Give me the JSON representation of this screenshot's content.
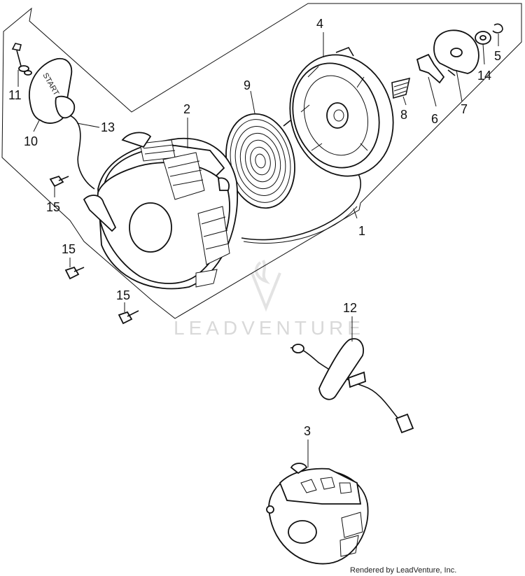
{
  "diagram": {
    "callouts": [
      {
        "id": "c1",
        "text": "1"
      },
      {
        "id": "c2",
        "text": "2"
      },
      {
        "id": "c3",
        "text": "3"
      },
      {
        "id": "c4",
        "text": "4"
      },
      {
        "id": "c5",
        "text": "5"
      },
      {
        "id": "c6",
        "text": "6"
      },
      {
        "id": "c7",
        "text": "7"
      },
      {
        "id": "c8",
        "text": "8"
      },
      {
        "id": "c9",
        "text": "9"
      },
      {
        "id": "c10",
        "text": "10"
      },
      {
        "id": "c11",
        "text": "11"
      },
      {
        "id": "c12",
        "text": "12"
      },
      {
        "id": "c13",
        "text": "13"
      },
      {
        "id": "c14",
        "text": "14"
      },
      {
        "id": "c15a",
        "text": "15"
      },
      {
        "id": "c15b",
        "text": "15"
      },
      {
        "id": "c15c",
        "text": "15"
      }
    ],
    "handle_text": "START",
    "watermark": "LEADVENTURE",
    "credit": "Rendered by LeadVenture, Inc."
  }
}
